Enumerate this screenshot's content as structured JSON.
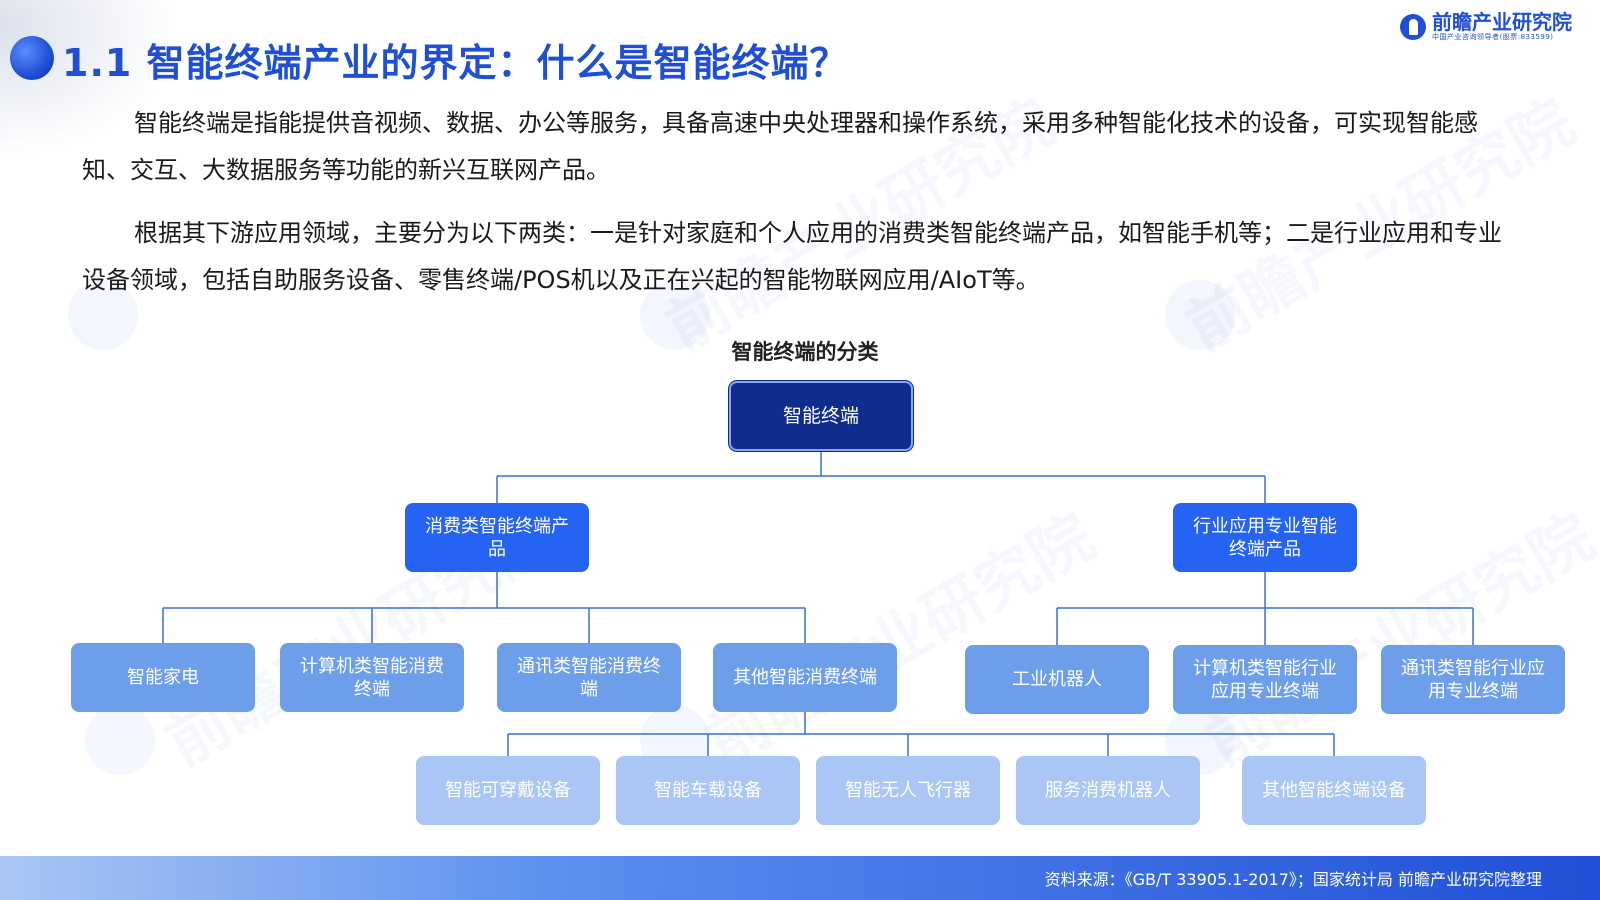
{
  "header": {
    "title": "1.1 智能终端产业的界定：什么是智能终端？",
    "logo_name": "前瞻产业研究院",
    "logo_sub": "中国产业咨询领导者(股票:833599)"
  },
  "paragraphs": [
    "智能终端是指能提供音视频、数据、办公等服务，具备高速中央处理器和操作系统，采用多种智能化技术的设备，可实现智能感知、交互、大数据服务等功能的新兴互联网产品。",
    "根据其下游应用领域，主要分为以下两类：一是针对家庭和个人应用的消费类智能终端产品，如智能手机等；二是行业应用和专业设备领域，包括自助服务设备、零售终端/POS机以及正在兴起的智能物联网应用/AIoT等。"
  ],
  "diagram": {
    "title": "智能终端的分类",
    "root": "智能终端",
    "consumer": "消费类智能终端产品",
    "industry": "行业应用专业智能终端产品",
    "consumer_children": [
      "智能家电",
      "计算机类智能消费终端",
      "通讯类智能消费终端",
      "其他智能消费终端"
    ],
    "industry_children": [
      "工业机器人",
      "计算机类智能行业应用专业终端",
      "通讯类智能行业应用专业终端"
    ],
    "other_children": [
      "智能可穿戴设备",
      "智能车载设备",
      "智能无人飞行器",
      "服务消费机器人",
      "其他智能终端设备"
    ]
  },
  "colors": {
    "accent": "#1f4fd6",
    "root_fill": "#0f2d8c",
    "level1_fill": "#2563f2",
    "level2_fill": "#6d9eea",
    "level3_fill": "#a9c6f4",
    "connector": "#3a6fd9"
  },
  "footer": {
    "source": "资料来源：《GB/T 33905.1-2017》；国家统计局  前瞻产业研究院整理"
  }
}
